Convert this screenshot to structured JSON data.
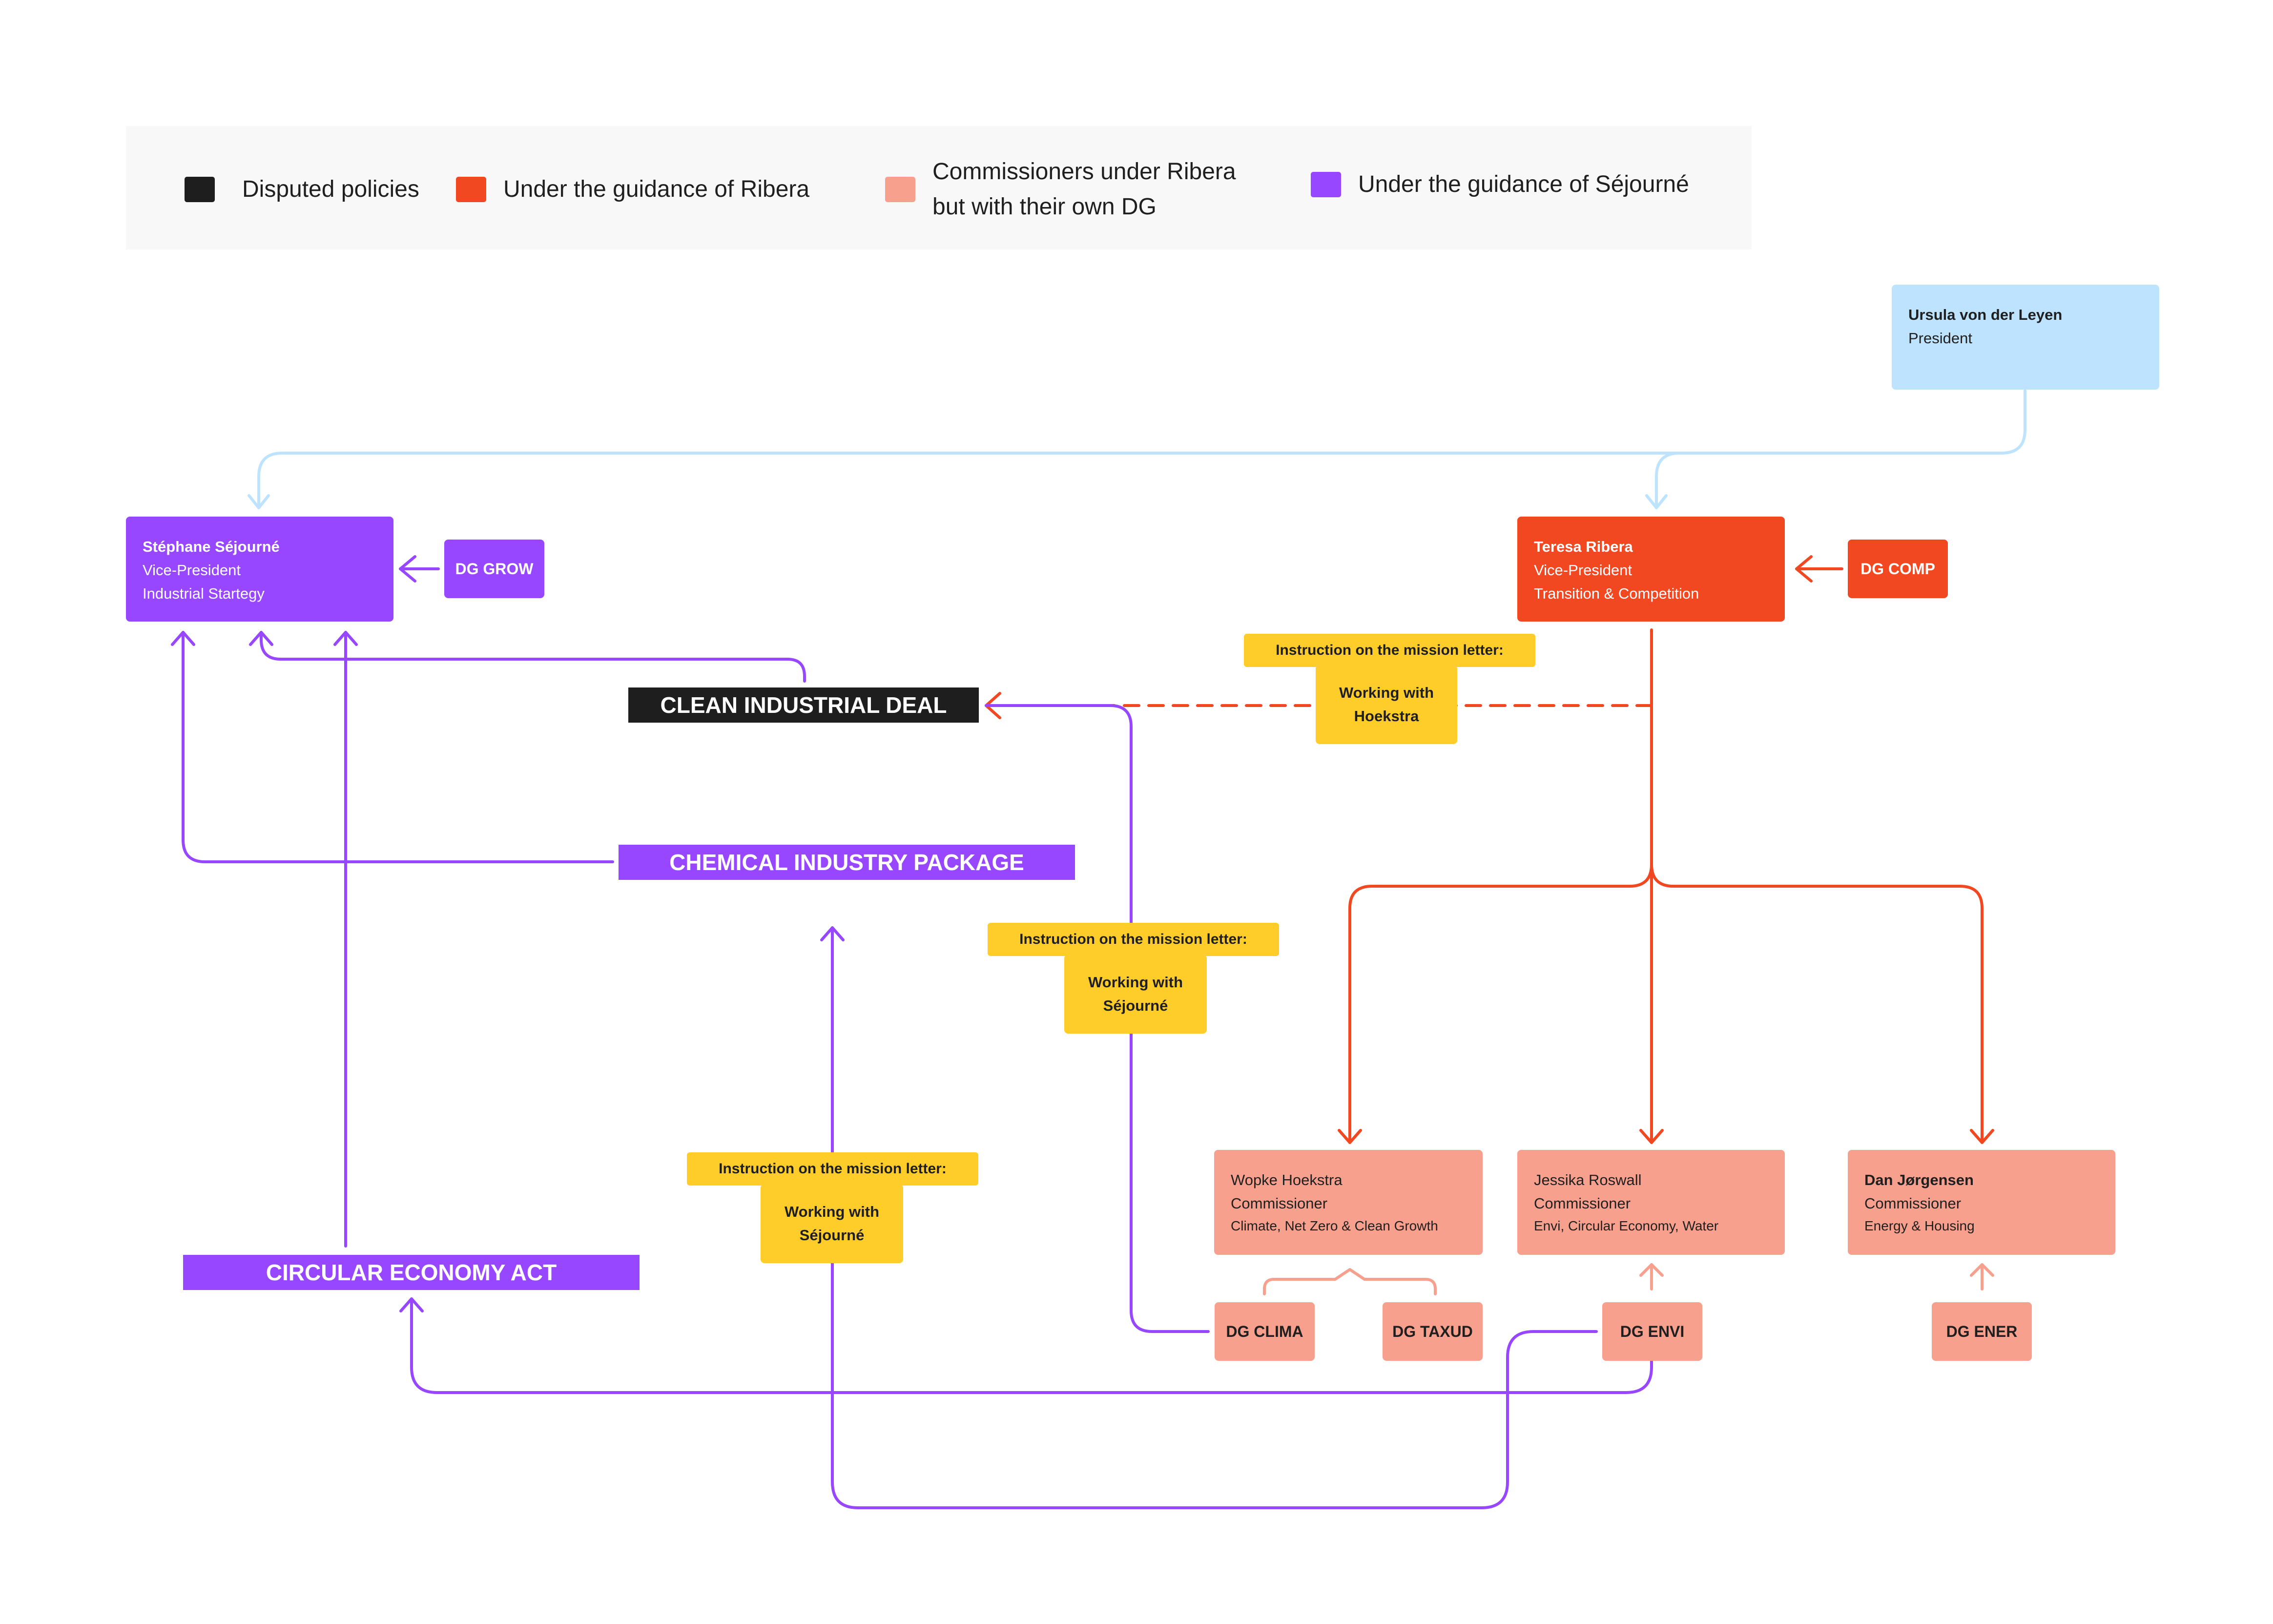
{
  "legend": {
    "disputed": {
      "label": "Disputed policies",
      "color": "#1e1e1e"
    },
    "ribera": {
      "label": "Under the guidance of Ribera",
      "color": "#f24822"
    },
    "commissioners": {
      "line1": "Commissioners under Ribera",
      "line2": "but with their own DG",
      "color": "#f6a08d"
    },
    "sejourne": {
      "label": "Under the guidance of Séjourné",
      "color": "#9747ff"
    }
  },
  "nodes": {
    "vonderleyen": {
      "name": "Ursula von der Leyen",
      "role": "President"
    },
    "sejourne": {
      "name": "Stéphane Séjourné",
      "role": "Vice-President",
      "portfolio": "Industrial Startegy"
    },
    "ribera": {
      "name": "Teresa Ribera",
      "role": "Vice-President",
      "portfolio": "Transition & Competition"
    },
    "hoekstra": {
      "name": "Wopke Hoekstra",
      "role": "Commissioner",
      "portfolio": "Climate, Net Zero & Clean Growth"
    },
    "roswall": {
      "name": "Jessika Roswall",
      "role": "Commissioner",
      "portfolio": "Envi, Circular Economy, Water"
    },
    "jorgensen": {
      "name": "Dan Jørgensen",
      "role": "Commissioner",
      "portfolio": "Energy & Housing"
    }
  },
  "dgs": {
    "grow": "DG GROW",
    "comp": "DG COMP",
    "clima": "DG CLIMA",
    "taxud": "DG TAXUD",
    "envi": "DG ENVI",
    "ener": "DG ENER"
  },
  "policies": {
    "clean_industrial_deal": "CLEAN INDUSTRIAL DEAL",
    "chemical_industry_package": "CHEMICAL INDUSTRY PACKAGE",
    "circular_economy_act": "CIRCULAR ECONOMY ACT"
  },
  "notes": {
    "header": "Instruction on the mission letter:",
    "hoekstra": {
      "line1": "Working with",
      "line2": "Hoekstra"
    },
    "sejourne_upper": {
      "line1": "Working with",
      "line2": "Séjourné"
    },
    "sejourne_lower": {
      "line1": "Working with",
      "line2": "Séjourné"
    }
  },
  "colors": {
    "president_line": "#bde3ff",
    "ribera_line": "#f24822",
    "sejourne_line": "#9747ff",
    "commissioner_line": "#f6a08d"
  }
}
